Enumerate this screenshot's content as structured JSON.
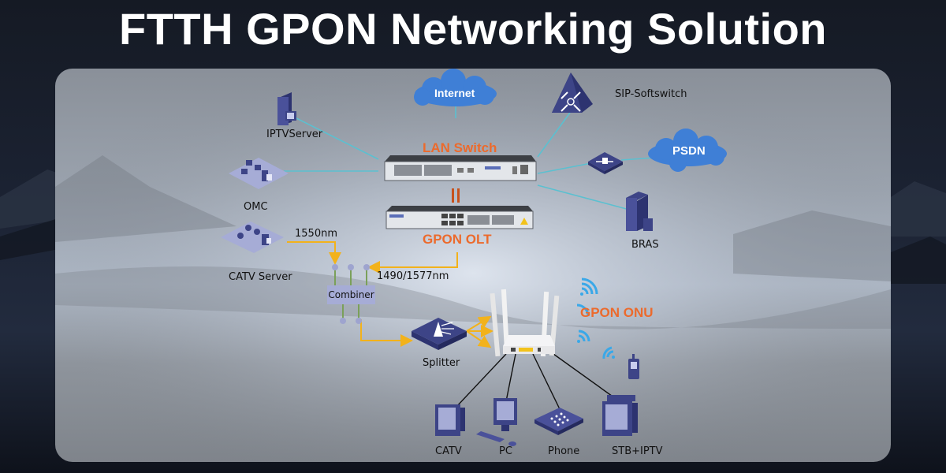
{
  "title": "FTTH GPON Networking Solution",
  "colors": {
    "device_blue": "#3d4487",
    "device_light": "#a6acd6",
    "cloud_blue": "#3f7fd6",
    "link_cyan": "#5bc0d0",
    "fiber_yellow": "#f2b21b",
    "label_orange": "#ec6a2c",
    "wifi_blue": "#3aa8e8"
  },
  "clouds": {
    "internet": "Internet",
    "psdn": "PSDN"
  },
  "core": {
    "lan_switch": "LAN Switch",
    "gpon_olt": "GPON OLT",
    "gpon_onu": "GPON ONU"
  },
  "nodes": {
    "iptv_server": "IPTVServer",
    "omc": "OMC",
    "catv_server": "CATV Server",
    "sip_softswitch": "SIP-Softswitch",
    "bras": "BRAS",
    "combiner": "Combiner",
    "splitter": "Splitter"
  },
  "wavelengths": {
    "catv": "1550nm",
    "olt": "1490/1577nm"
  },
  "endpoints": [
    "CATV",
    "PC",
    "Phone",
    "STB+IPTV"
  ]
}
